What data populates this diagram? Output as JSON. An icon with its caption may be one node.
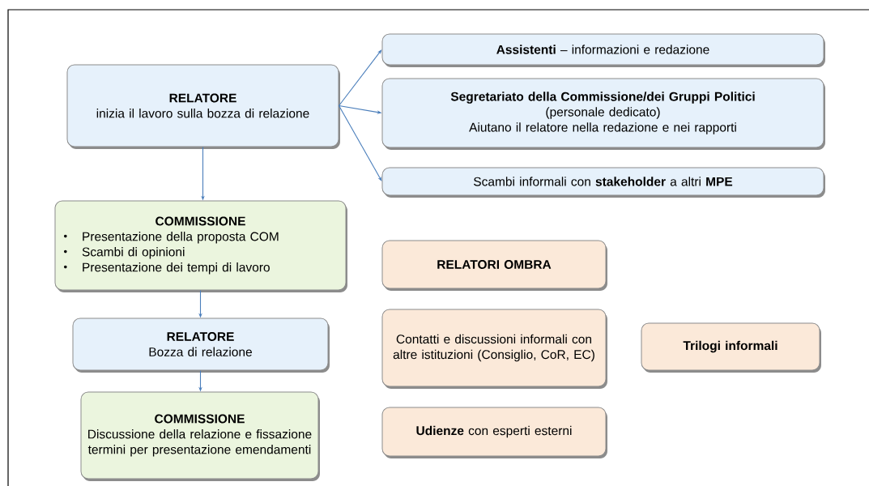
{
  "diagram": {
    "nodes": [
      {
        "text": [
          "RELATORE",
          "inizia il lavoro sulla bozza di relazione"
        ]
      },
      {
        "text": [
          "**Assistenti** – informazioni e redazione"
        ]
      },
      {
        "text": [
          "Segretariato della Commissione/dei Gruppi Politici",
          "(personale dedicato)",
          "Aiutano il relatore nella redazione e nei rapporti"
        ]
      },
      {
        "text": [
          "Scambi informali con **stakeholder** a altri **MPE**"
        ]
      },
      {
        "text": [
          "COMMISSIONE",
          "Presentazione della proposta COM",
          "Scambi di opinioni",
          "Presentazione dei tempi di lavoro"
        ]
      },
      {
        "text": [
          "RELATORE",
          "Bozza di relazione"
        ]
      },
      {
        "text": [
          "COMMISSIONE",
          "Discussione della relazione e fissazione termini per presentazione emendamenti"
        ]
      },
      {
        "text": [
          "RELATORI OMBRA"
        ]
      },
      {
        "text": [
          "Contatti e discussioni informali con altre istituzioni (Consiglio, CoR, EC)"
        ]
      },
      {
        "text": [
          "**Udienze** con esperti esterni"
        ]
      },
      {
        "text": [
          "Trilogi informali"
        ]
      }
    ],
    "edges": [
      {
        "from": 0,
        "to": 1,
        "arrow": "to"
      },
      {
        "from": 0,
        "to": 2,
        "arrow": "to"
      },
      {
        "from": 0,
        "to": 3,
        "arrow": "to"
      },
      {
        "from": 0,
        "to": 4,
        "arrow": "to"
      },
      {
        "from": 4,
        "to": 5,
        "arrow": "to"
      },
      {
        "from": 5,
        "to": 6,
        "arrow": "to"
      }
    ]
  }
}
